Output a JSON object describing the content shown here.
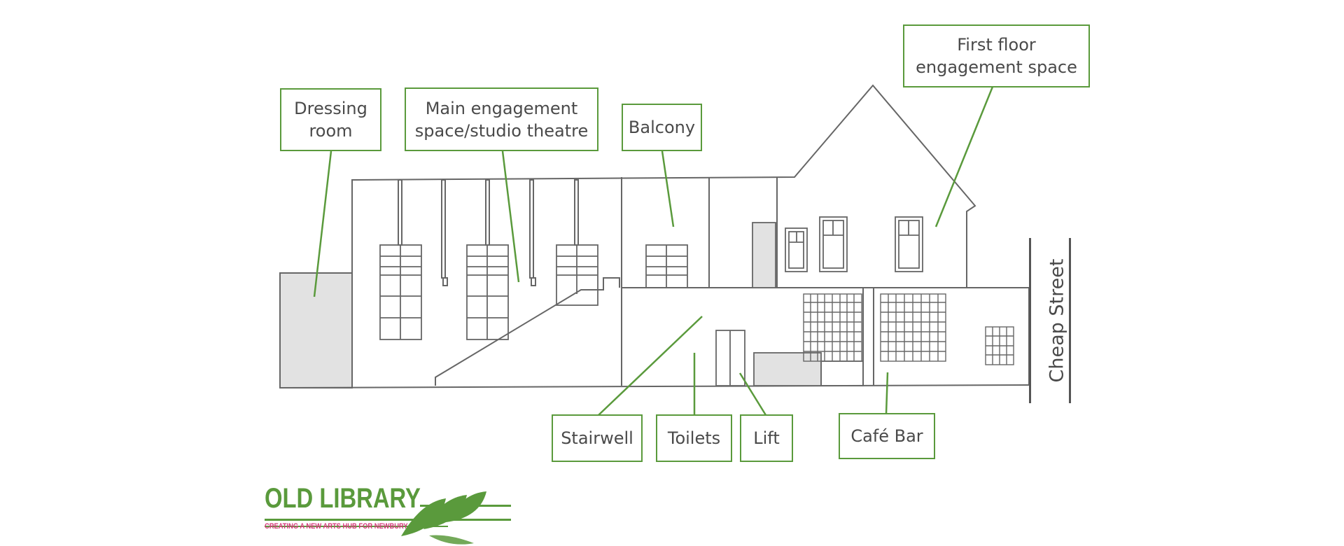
{
  "labels": {
    "dressing_room": "Dressing\nroom",
    "main_engagement": "Main engagement\nspace/studio theatre",
    "balcony": "Balcony",
    "first_floor": "First floor\nengagement space",
    "stairwell": "Stairwell",
    "toilets": "Toilets",
    "lift": "Lift",
    "cafe_bar": "Café Bar"
  },
  "street_name": "Cheap Street",
  "logo": {
    "name": "OLD LIBRARY",
    "tagline": "CREATING A NEW ARTS HUB FOR NEWBURY"
  },
  "colors": {
    "accent_green": "#5a9a3c",
    "tagline_pink": "#d63a7a",
    "outline_gray": "#555555",
    "fill_gray": "#e2e2e2"
  }
}
